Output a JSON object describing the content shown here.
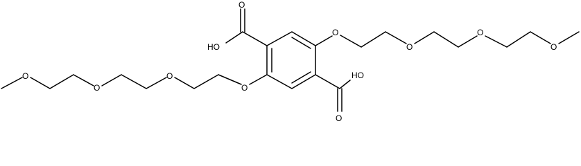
{
  "structure": {
    "atoms": {
      "O_carboxyl_top_double": "O",
      "OH_carboxyl_top": "HO",
      "O_ether_ring_right": "O",
      "O_chain_right_1": "O",
      "O_chain_right_2": "O",
      "O_methoxy_right": "O",
      "O_carboxyl_bottom_double": "O",
      "OH_carboxyl_bottom": "HO",
      "O_ether_ring_left": "O",
      "O_chain_left_2": "O",
      "O_chain_left_1": "O",
      "O_methoxy_left": "O"
    }
  }
}
